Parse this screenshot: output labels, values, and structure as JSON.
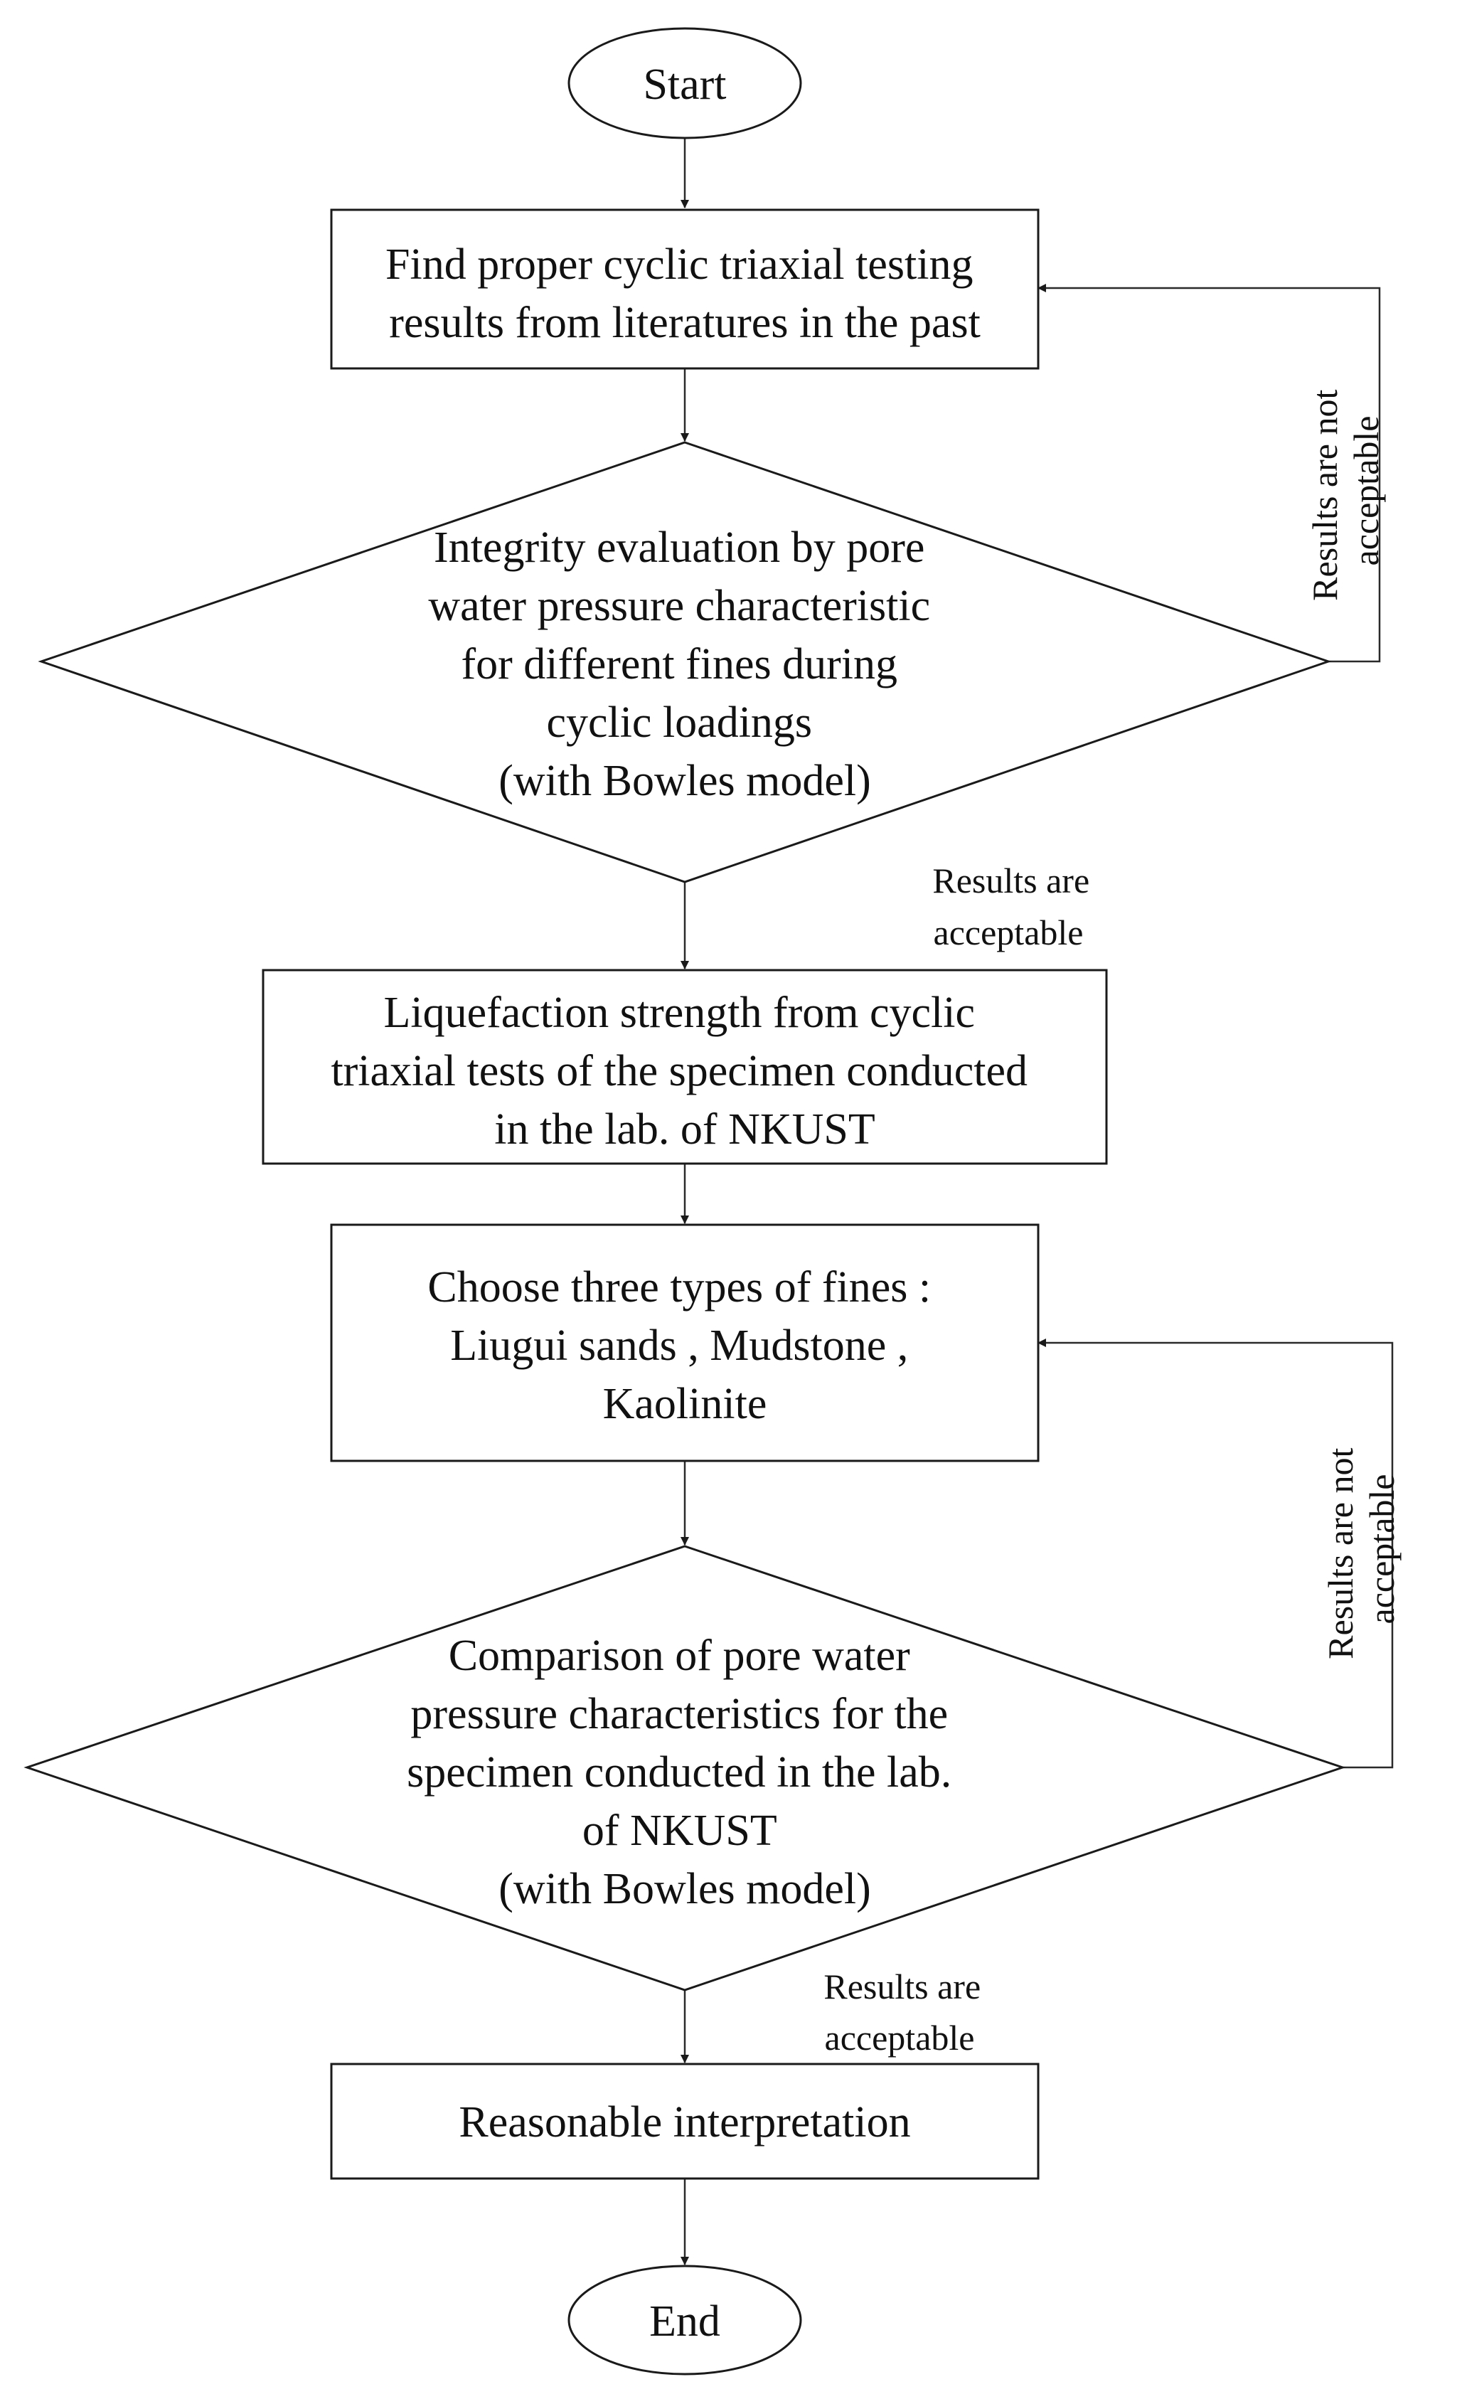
{
  "nodes": {
    "start": {
      "text": "Start"
    },
    "find_results": {
      "lines": [
        "Find proper cyclic triaxial testing",
        "results from literatures in the past"
      ]
    },
    "integrity_evaluation": {
      "lines": [
        "Integrity evaluation by pore",
        "water pressure characteristic",
        "for different fines during",
        "cyclic loadings",
        "(with Bowles model)"
      ]
    },
    "liquefaction_strength": {
      "lines": [
        "Liquefaction strength from cyclic",
        "triaxial tests of the specimen conducted",
        "in the lab. of NKUST"
      ]
    },
    "choose_fines": {
      "lines": [
        "Choose three types of fines :",
        "Liugui sands , Mudstone ,",
        "Kaolinite"
      ]
    },
    "comparison": {
      "lines": [
        "Comparison of pore water",
        "pressure characteristics for the",
        "specimen conducted in the lab.",
        "of NKUST",
        "(with Bowles model)"
      ]
    },
    "interpretation": {
      "text": "Reasonable interpretation"
    },
    "end": {
      "text": "End"
    }
  },
  "edge_labels": {
    "loop1_not_acceptable": [
      "Results are not",
      "acceptable"
    ],
    "pass1_acceptable": [
      "Results are",
      "acceptable"
    ],
    "loop2_not_acceptable": [
      "Results are not",
      "acceptable"
    ],
    "pass2_acceptable": [
      "Results are",
      "acceptable"
    ]
  },
  "colors": {
    "stroke": "#1a1a1a",
    "text": "#111111",
    "background": "#ffffff"
  }
}
